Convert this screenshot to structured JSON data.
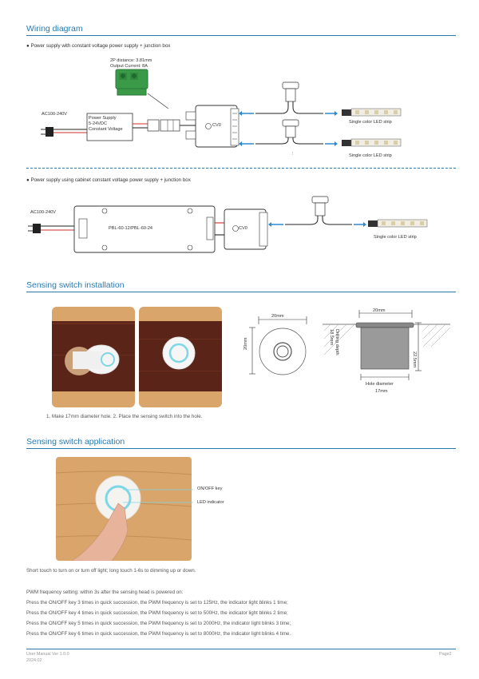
{
  "wiring": {
    "title": "Wiring diagram",
    "scenario1": "● Power supply with constant voltage power supply + junction box",
    "scenario2": "● Power supply using cabinet constant voltage power supply + junction box",
    "connector_note_line1": "2P distance: 3.81mm",
    "connector_note_line2": "Output Current: 8A",
    "ac_label": "AC100-240V",
    "psu_line1": "Power Supply",
    "psu_line2": "5-24VDC",
    "psu_line3": "Constant Voltage",
    "junction_label": "CV0",
    "strip_label": "Single color LED strip",
    "ellipsis": "⋮",
    "cabinet_psu_label": "PBL-60-12/PBL-60-24"
  },
  "installation": {
    "title": "Sensing switch installation",
    "dim_20mm": "20mm",
    "dim_225mm": "22.5mm",
    "drilling_depth": "Drilling depth",
    "drilling_value": "18.5mm",
    "hole_label": "Hole diameter",
    "hole_value": "17mm",
    "caption": "1. Make 17mm diameter hole.   2. Place the sensing switch into the hole."
  },
  "application": {
    "title": "Sensing switch application",
    "onoff_label": "ON/OFF key",
    "led_label": "LED indicator",
    "touch_text": "Short touch to turn on or turn off light; long touch 1-6s to dimming up or down.",
    "pwm_heading": "PWM frequency setting: within 3s after the sensing head is powered on:",
    "pwm_lines": [
      "Press the ON/OFF key 3 times in quick succession, the PWM frequency is set to 125Hz, the indicator light blinks 1 time;",
      "Press the ON/OFF key 4 times in quick succession, the PWM frequency is set to 500Hz, the indicator light blinks 2 time;",
      "Press the ON/OFF key 5 times in quick succession, the PWM frequency is set to 2000Hz, the indicator light blinks 3 time;",
      "Press the ON/OFF key 6 times in quick succession, the PWM frequency is set to 8000Hz, the indicator light blinks 4 time."
    ]
  },
  "footer": {
    "manual": "User Manual Ver 1.0.0",
    "date": "2024.02",
    "page": "Page2"
  },
  "colors": {
    "accent": "#2a7ab0",
    "wire_red": "#d0302a",
    "arrow_blue": "#2a8ad0",
    "wood_light": "#d9a56a",
    "wood_dark": "#5a2418",
    "led_ring": "#7ed6e6"
  }
}
